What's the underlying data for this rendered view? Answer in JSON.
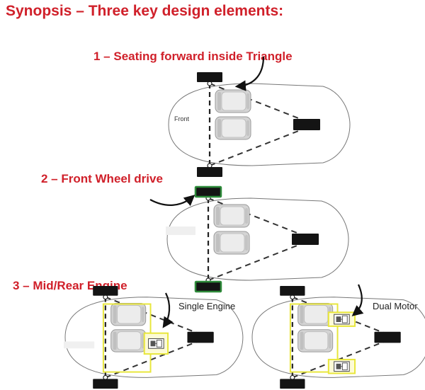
{
  "title": "Synopsis – Three key design elements:",
  "sections": [
    {
      "heading": "1 – Seating forward inside Triangle"
    },
    {
      "heading": "2 – Front Wheel drive"
    },
    {
      "heading": "3 – Mid/Rear Engine"
    }
  ],
  "labels": {
    "front": "Front"
  },
  "captions": {
    "single_engine": "Single Engine",
    "dual_motor": "Dual Motor"
  },
  "colors": {
    "heading_red": "#d0202a",
    "drive_green": "#2e8b3a",
    "engine_yellow": "#e8e63a"
  }
}
